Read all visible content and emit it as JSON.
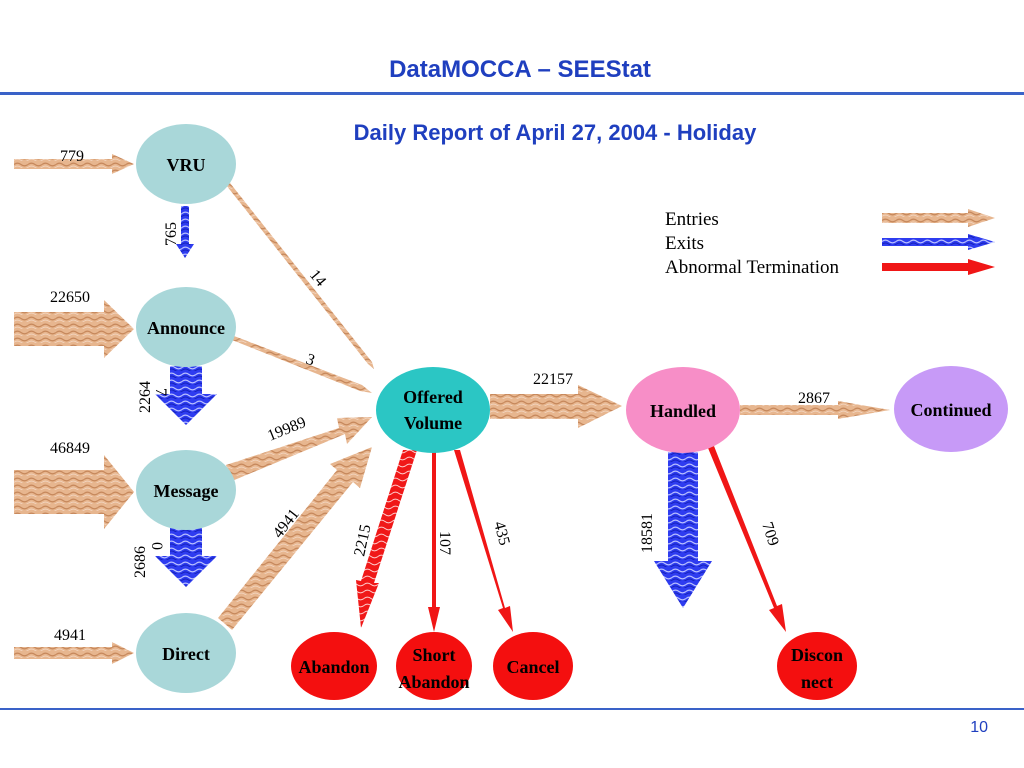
{
  "header": {
    "title": "DataMOCCA – SEEStat",
    "subtitle": "Daily Report of April 27, 2004 - Holiday",
    "page_number": "10"
  },
  "legend": {
    "entries": "Entries",
    "exits": "Exits",
    "abnormal": "Abnormal Termination"
  },
  "nodes": {
    "vru": "VRU",
    "announce": "Announce",
    "message": "Message",
    "direct": "Direct",
    "offered_1": "Offered",
    "offered_2": "Volume",
    "handled": "Handled",
    "continued": "Continued",
    "abandon": "Abandon",
    "short_abandon_1": "Short",
    "short_abandon_2": "Abandon",
    "cancel": "Cancel",
    "disconnect_1": "Discon",
    "disconnect_2": "nect"
  },
  "flows": {
    "vru_entry": "779",
    "vru_exit": "765",
    "vru_to_offered": "14",
    "announce_entry": "22650",
    "announce_to_offered": "3",
    "announce_to_message_1": "2264",
    "announce_to_message_2": "7",
    "message_entry": "46849",
    "message_to_offered": "19989",
    "message_to_direct_1": "2686",
    "message_to_direct_2": "0",
    "direct_entry": "4941",
    "direct_to_offered": "4941",
    "offered_to_handled": "22157",
    "offered_to_abandon": "2215",
    "offered_to_short_abandon": "107",
    "offered_to_cancel": "435",
    "handled_to_continued": "2867",
    "handled_exit": "18581",
    "handled_to_disconnect": "709"
  },
  "colors": {
    "header_text": "#1f3fbf",
    "rule": "#3a62c8",
    "entry_arrow": "#e6b48a",
    "exit_arrow": "#2f3fe6",
    "abnormal_arrow": "#f01616",
    "node_blue": "#a9d7d9",
    "node_teal": "#2bc6c4",
    "node_pink": "#f78ec7",
    "node_purple": "#c79af7",
    "node_red": "#f40f0f"
  }
}
